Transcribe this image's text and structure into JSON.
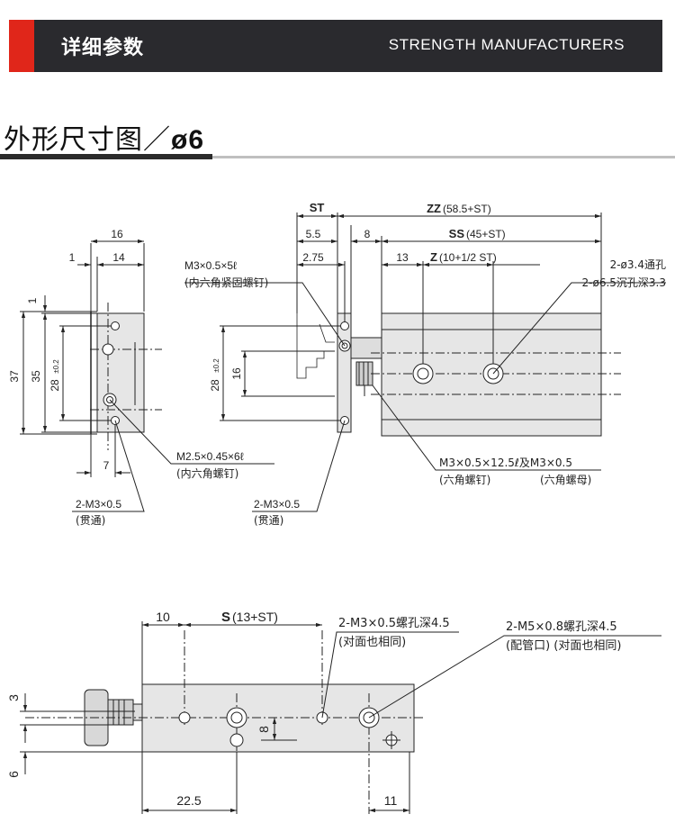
{
  "header": {
    "title": "详细参数",
    "brand": "STRENGTH MANUFACTURERS"
  },
  "section": {
    "title_main": "外形尺寸图／",
    "title_model": "ø6"
  },
  "dims_side": {
    "w16": "16",
    "w1": "1",
    "w14": "14",
    "h1": "1",
    "h37": "37",
    "h35": "35",
    "h28": "28",
    "h28_tol": "±0.2",
    "w7": "7"
  },
  "dims_front": {
    "st": "ST",
    "zz": "ZZ",
    "zz_expr": "(58.5+ST)",
    "d55": "5.5",
    "d8": "8",
    "ss": "SS",
    "ss_expr": "(45+ST)",
    "d275": "2.75",
    "d13": "13",
    "z": "Z",
    "z_expr": "(10+1/2 ST)",
    "h28": "28",
    "h28_tol": "±0.2",
    "h16": "16"
  },
  "dims_bottom": {
    "d10": "10",
    "s": "S",
    "s_expr": "(13+ST)",
    "d3": "3",
    "d8": "8",
    "d6": "6",
    "d225": "22.5",
    "d11": "11"
  },
  "callouts": {
    "set_screw_spec": "M3×0.5×5ℓ",
    "set_screw_name": "(内六角紧固螺钉)",
    "thru_hole": "2-ø3.4通孔",
    "cbore": "2-ø6.5沉孔深3.3",
    "hex_screw_spec": "M2.5×0.45×6ℓ",
    "hex_screw_name": "(内六角螺钉)",
    "tap_side": "2-M3×0.5",
    "tap_side_note": "(贯通)",
    "tap_front": "2-M3×0.5",
    "tap_front_note": "(贯通)",
    "bolt_spec": "M3×0.5×12.5ℓ及M3×0.5",
    "bolt_name": "(六角螺钉)",
    "nut_name": "(六角螺母)",
    "tap_bottom": "2-M3×0.5螺孔深4.5",
    "tap_bottom_note": "(对面也相同)",
    "port": "2-M5×0.8螺孔深4.5",
    "port_note": "(配管口) (对面也相同)"
  },
  "colors": {
    "banner_bg": "#2a2a2e",
    "accent": "#e0261a",
    "body_fill": "#e6e6e6",
    "line": "#222222"
  }
}
